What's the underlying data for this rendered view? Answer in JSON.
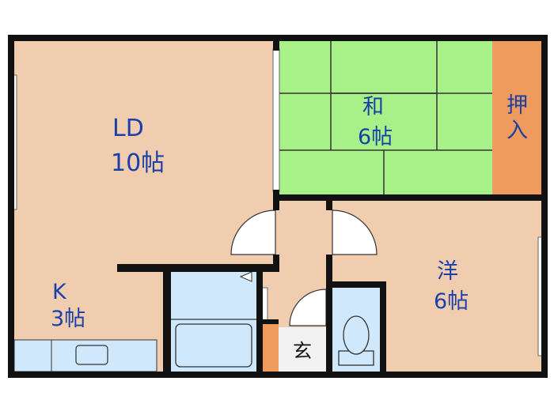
{
  "rooms": {
    "ld": {
      "name": "LD",
      "size": "10帖"
    },
    "washitsu": {
      "name": "和",
      "size": "6帖"
    },
    "oshiire": {
      "label_top": "押",
      "label_bottom": "入"
    },
    "kitchen": {
      "name": "K",
      "size": "3帖"
    },
    "youshitsu": {
      "name": "洋",
      "size": "6帖"
    },
    "genkan": {
      "name": "玄"
    }
  },
  "colors": {
    "floor_wood": "#f1cdb0",
    "tatami": "#a8f088",
    "closet": "#ef9b5e",
    "wet_area": "#cfe8fb",
    "genkan": "#f2f2f2",
    "wall": "#111111",
    "label": "#1a3fa8"
  }
}
